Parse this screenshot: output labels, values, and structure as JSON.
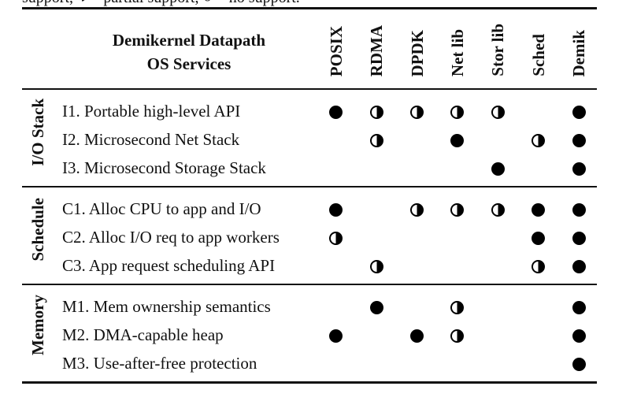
{
  "caption_fragment": "support, ◑ = partial support, ○ = no support.",
  "header": {
    "title_line1": "Demikernel Datapath",
    "title_line2": "OS Services",
    "columns": [
      "POSIX",
      "RDMA",
      "DPDK",
      "Net lib",
      "Stor lib",
      "Sched",
      "Demik"
    ]
  },
  "groups": [
    {
      "label": "I/O Stack",
      "rows": [
        {
          "label": "I1. Portable high-level API",
          "support": [
            "full",
            "half",
            "half",
            "half",
            "half",
            "none",
            "full"
          ]
        },
        {
          "label": "I2. Microsecond Net Stack",
          "support": [
            "none",
            "half",
            "none",
            "full",
            "none",
            "half",
            "full"
          ]
        },
        {
          "label": "I3. Microsecond Storage Stack",
          "support": [
            "none",
            "none",
            "none",
            "none",
            "full",
            "none",
            "full"
          ]
        }
      ]
    },
    {
      "label": "Schedule",
      "rows": [
        {
          "label": "C1. Alloc CPU to app and I/O",
          "support": [
            "full",
            "none",
            "half",
            "half",
            "half",
            "full",
            "full"
          ]
        },
        {
          "label": "C2. Alloc I/O req to app workers",
          "support": [
            "half",
            "none",
            "none",
            "none",
            "none",
            "full",
            "full"
          ]
        },
        {
          "label": "C3. App request scheduling API",
          "support": [
            "none",
            "half",
            "none",
            "none",
            "none",
            "half",
            "full"
          ]
        }
      ]
    },
    {
      "label": "Memory",
      "rows": [
        {
          "label": "M1. Mem ownership semantics",
          "support": [
            "none",
            "full",
            "none",
            "half",
            "none",
            "none",
            "full"
          ]
        },
        {
          "label": "M2. DMA-capable heap",
          "support": [
            "full",
            "none",
            "full",
            "half",
            "none",
            "none",
            "full"
          ]
        },
        {
          "label": "M3. Use-after-free protection",
          "support": [
            "none",
            "none",
            "none",
            "none",
            "none",
            "none",
            "full"
          ]
        }
      ]
    }
  ]
}
